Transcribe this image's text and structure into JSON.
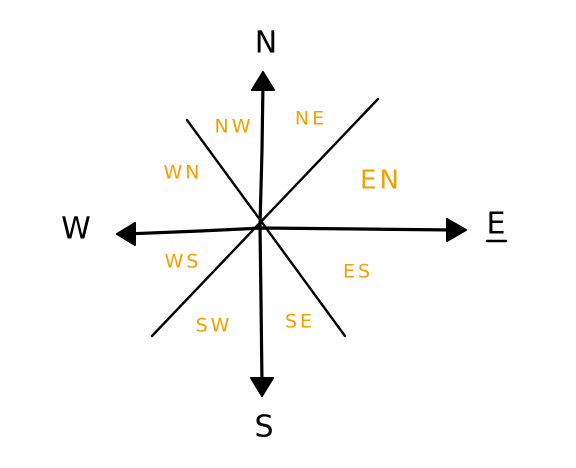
{
  "colors": {
    "ink": "#000000",
    "sector_label": "#f5a000",
    "background": "#ffffff"
  },
  "cardinals": {
    "north": "N",
    "south": "S",
    "east": "E",
    "west": "W"
  },
  "sectors": {
    "nw": "NW",
    "ne": "NE",
    "wn": "WN",
    "en": "EN",
    "ws": "WS",
    "es": "ES",
    "sw": "SW",
    "se": "SE"
  }
}
